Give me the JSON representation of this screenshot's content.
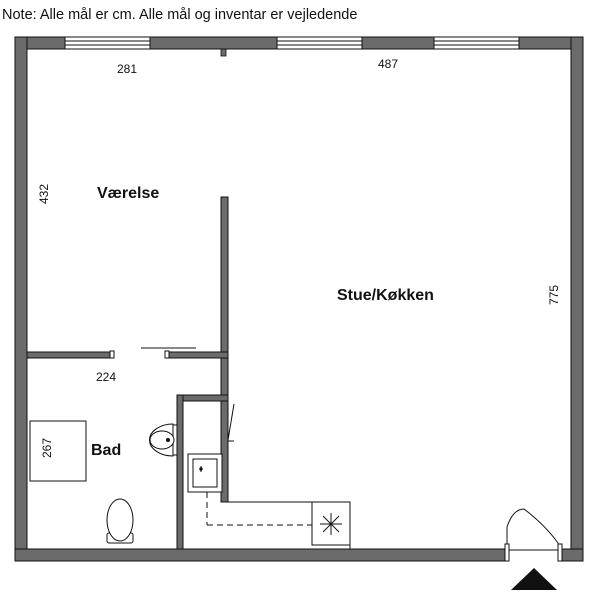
{
  "note": "Note: Alle mål er cm. Alle mål og inventar er vejledende",
  "colors": {
    "wall": "#6b6b6b",
    "line": "#111111",
    "background": "#ffffff"
  },
  "rooms": [
    {
      "id": "vaerelse",
      "label": "Værelse"
    },
    {
      "id": "stue",
      "label": "Stue/Køkken"
    },
    {
      "id": "bad",
      "label": "Bad"
    }
  ],
  "dimensions": {
    "d281": "281",
    "d487": "487",
    "d432": "432",
    "d775": "775",
    "d224": "224",
    "d267": "267"
  },
  "icons": [
    "window-symbol",
    "door-swing",
    "sink-icon",
    "toilet-icon",
    "stove-icon",
    "entrance-arrow-icon"
  ]
}
